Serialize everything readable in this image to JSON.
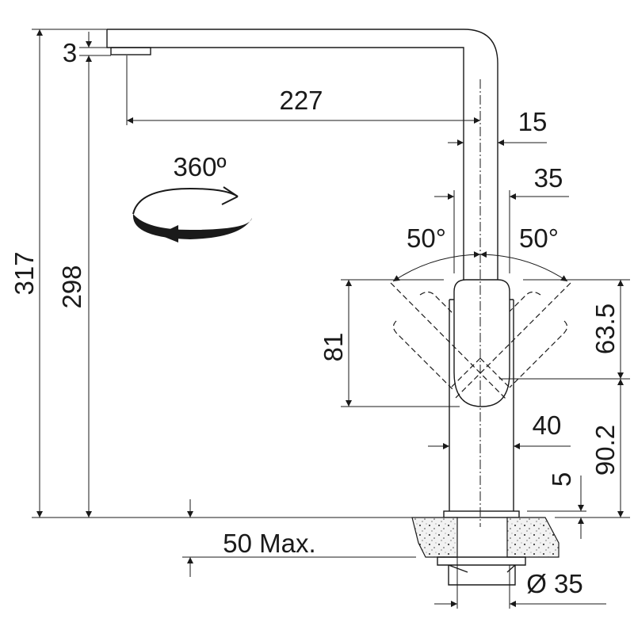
{
  "title": "Kitchen faucet dimension drawing",
  "dimensions": {
    "overall_height": "317",
    "spout_height": "298",
    "spout_thickness": "3",
    "spout_reach": "227",
    "tube_width": "15",
    "handle_width": "35",
    "lever_angle_left": "50°",
    "lever_angle_right": "50°",
    "handle_height": "81",
    "handle_upper": "63.5",
    "handle_lower": "90.2",
    "body_width": "40",
    "collar_height": "5",
    "counter_thickness": "50 Max.",
    "hole_diameter": "Ø 35",
    "rotation": "360º"
  },
  "colors": {
    "line": "#1a1a1a",
    "background": "#ffffff",
    "granite": "#e6e6e6"
  }
}
